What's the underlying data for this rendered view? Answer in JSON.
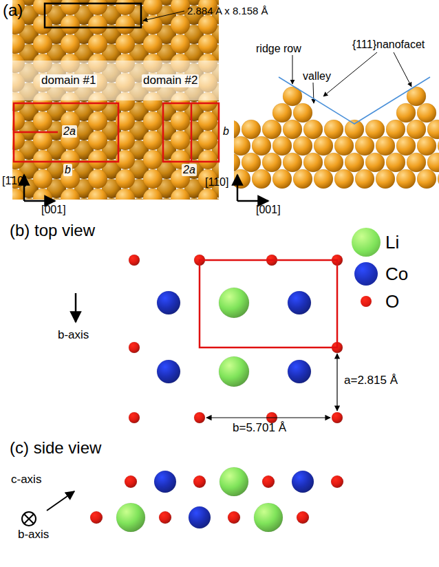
{
  "diagram": {
    "labels": [
      "(a)",
      "2.884 A x 8.158 Å",
      "domain #1",
      "domain #2",
      "2a",
      "b",
      "2a",
      "b",
      "[1̄10]",
      "[001]",
      "ridge row",
      "valley",
      "{111}nanofacet",
      "[110]",
      "[001]",
      "(b) top view",
      "b-axis",
      "a=2.815 Å",
      "b=5.701 Å",
      "(c) side view",
      "c-axis",
      "b-axis"
    ],
    "legend": [
      {
        "text": "Li",
        "color": "#7fe35a"
      },
      {
        "text": "Co",
        "color": "#1c2fb8"
      },
      {
        "text": "O",
        "color": "#e31b12"
      }
    ]
  }
}
